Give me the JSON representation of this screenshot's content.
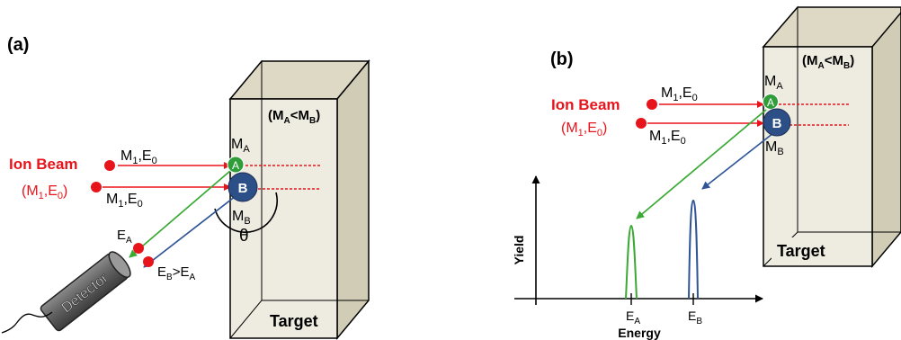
{
  "panel_a": {
    "label": "(a)",
    "beam_title": "Ion Beam",
    "beam_paren": "(M",
    "beam_sub1": "1",
    "beam_mid": ",E",
    "beam_sub0": "0",
    "beam_close": ")",
    "ion1_label": "M",
    "ion1_sub": "1",
    "ion1_e": ",E",
    "ion1_esub": "0",
    "ion2_label": "M",
    "ion2_sub": "1",
    "ion2_e": ",E",
    "ion2_esub": "0",
    "ma": "M",
    "ma_sub": "A",
    "mb": "M",
    "mb_sub": "B",
    "atom_a": "A",
    "atom_b": "B",
    "theta": "θ",
    "ea": "E",
    "ea_sub": "A",
    "eb": "E",
    "eb_sub": "B",
    "eb_gt": ">E",
    "eb_gt_sub": "A",
    "detector": "Detector",
    "target": "Target",
    "mass_open": "(M",
    "mass_a": "A",
    "mass_lt": "<M",
    "mass_b": "B",
    "mass_close": ")"
  },
  "panel_b": {
    "label": "(b)",
    "beam_title": "Ion Beam",
    "beam_paren": "(M",
    "beam_sub1": "1",
    "beam_mid": ",E",
    "beam_sub0": "0",
    "beam_close": ")",
    "ion1_label": "M",
    "ion1_sub": "1",
    "ion1_e": ",E",
    "ion1_esub": "0",
    "ion2_label": "M",
    "ion2_sub": "1",
    "ion2_e": ",E",
    "ion2_esub": "0",
    "ma": "M",
    "ma_sub": "A",
    "mb": "M",
    "mb_sub": "B",
    "atom_a": "A",
    "atom_b": "B",
    "target": "Target",
    "mass_open": "(M",
    "mass_a": "A",
    "mass_lt": "<M",
    "mass_b": "B",
    "mass_close": ")",
    "yield_label": "Yield",
    "energy_label": "Energy",
    "ea": "E",
    "ea_sub": "A",
    "eb": "E",
    "eb_sub": "B"
  },
  "colors": {
    "beam_red": "#e8141c",
    "atom_green": "#2f9e3a",
    "atom_blue": "#2b4f86",
    "green_arrow": "#3aaa35",
    "blue_arrow": "#2f5597",
    "target_face": "#eeece1",
    "target_side": "#ddd9c4",
    "detector_gray": "#6f6f6f"
  }
}
